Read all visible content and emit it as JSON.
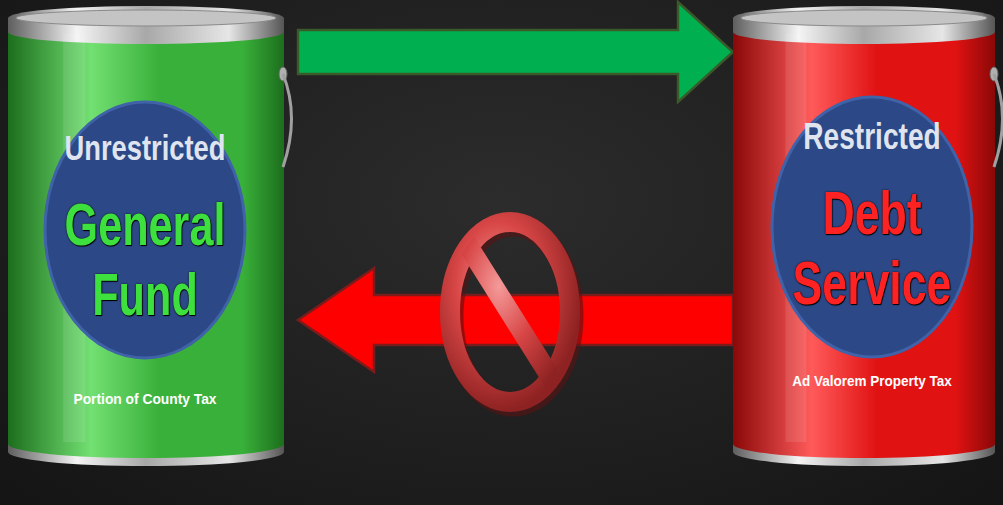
{
  "diagram": {
    "nodes": [
      {
        "text": [
          "Unrestricted",
          "General Fund",
          "Portion of County Tax"
        ]
      },
      {
        "text": [
          "Restricted",
          "Debt Service",
          "Ad Valorem Property Tax"
        ]
      }
    ],
    "edges": [
      {
        "from": 0,
        "to": 1,
        "arrow": "to"
      },
      {
        "from": 1,
        "to": 0,
        "arrow": "to"
      }
    ]
  }
}
